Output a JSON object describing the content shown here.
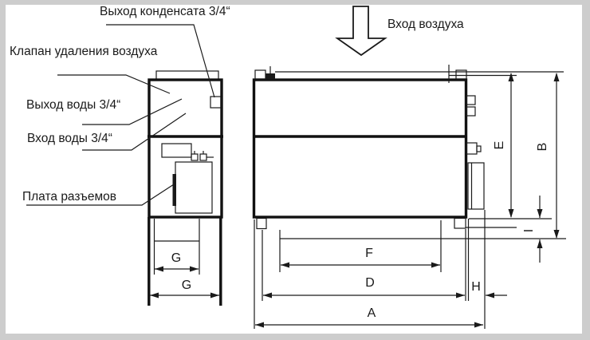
{
  "diagram": {
    "title_hint": "HVAC fan coil unit dimensional drawing (side view and front view)",
    "colors": {
      "line": "#1a1a1a",
      "canvas": "#ffffff",
      "frame": "#cdcdcd"
    },
    "callouts": {
      "condensate_outlet": "Выход конденсата 3/4“",
      "air_vent_valve": "Клапан удаления воздуха",
      "water_outlet": "Выход воды 3/4“",
      "water_inlet": "Вход воды 3/4“",
      "connector_board": "Плата разъемов",
      "air_inlet": "Вход воздуха"
    },
    "dimensions": {
      "A": "A",
      "B": "B",
      "D": "D",
      "E": "E",
      "F": "F",
      "G_inner": "G",
      "G_outer": "G",
      "H": "H",
      "I": "I"
    }
  }
}
